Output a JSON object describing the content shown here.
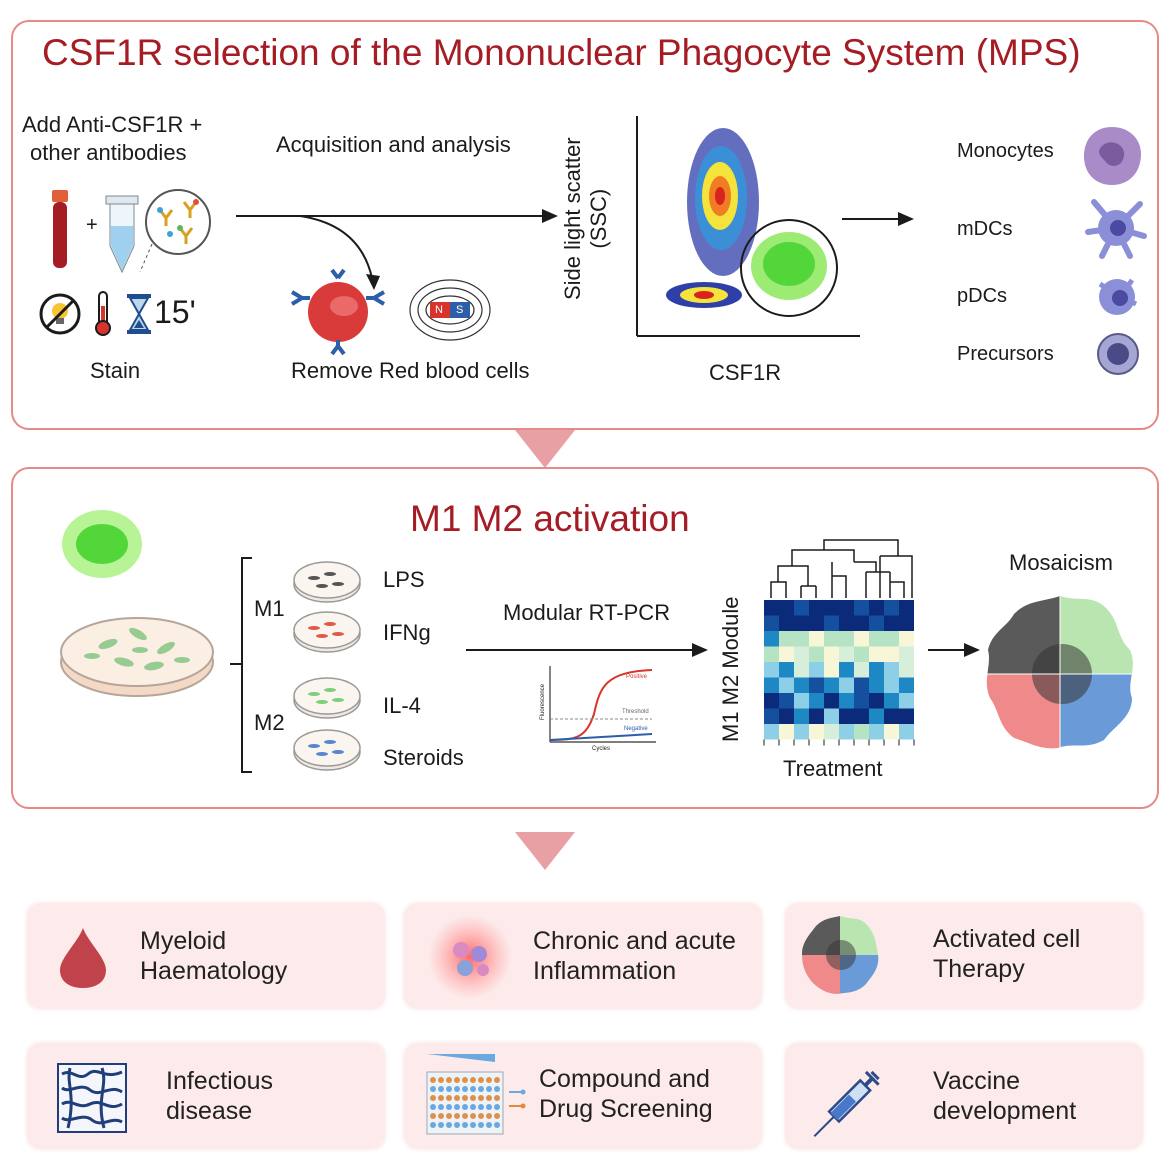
{
  "panel1": {
    "title": "CSF1R selection of the Mononuclear Phagocyte System (MPS)",
    "add_line1": "Add Anti-CSF1R +",
    "add_line2": "other antibodies",
    "plus": "+",
    "time": "15'",
    "stain": "Stain",
    "acquisition": "Acquisition and analysis",
    "remove_rbc": "Remove Red blood cells",
    "magnet_n": "N",
    "magnet_s": "S",
    "ylabel_line1": "Side light scatter",
    "ylabel_line2": "(SSC)",
    "xlabel": "CSF1R",
    "cells": [
      "Monocytes",
      "mDCs",
      "pDCs",
      "Precursors"
    ]
  },
  "panel2": {
    "title": "M1 M2 activation",
    "m1": "M1",
    "m2": "M2",
    "treatments": [
      "LPS",
      "IFNg",
      "IL-4",
      "Steroids"
    ],
    "rtpcr": "Modular RT-PCR",
    "pcr_labels": [
      "Positive",
      "Threshold",
      "Negative",
      "Cycles",
      "Fluorescence"
    ],
    "heatmap_ylabel": "M1 M2 Module",
    "heatmap_xlabel": "Treatment",
    "mosaicism": "Mosaicism"
  },
  "applications": [
    {
      "label": "Myeloid\nHaematology",
      "icon": "blood-drop-icon"
    },
    {
      "label": "Chronic and acute\nInflammation",
      "icon": "inflamed-cells-icon"
    },
    {
      "label": "Activated cell\nTherapy",
      "icon": "mosaic-cell-icon"
    },
    {
      "label": "Infectious\ndisease",
      "icon": "pathogen-pattern-icon"
    },
    {
      "label": "Compound and\nDrug Screening",
      "icon": "well-plate-icon"
    },
    {
      "label": "Vaccine\ndevelopment",
      "icon": "syringe-icon"
    }
  ],
  "colors": {
    "title_red": "#a51c24",
    "panel_border": "#e58a8a",
    "card_bg": "#fdeaea",
    "arrow_triangle": "#e8a0a4"
  }
}
